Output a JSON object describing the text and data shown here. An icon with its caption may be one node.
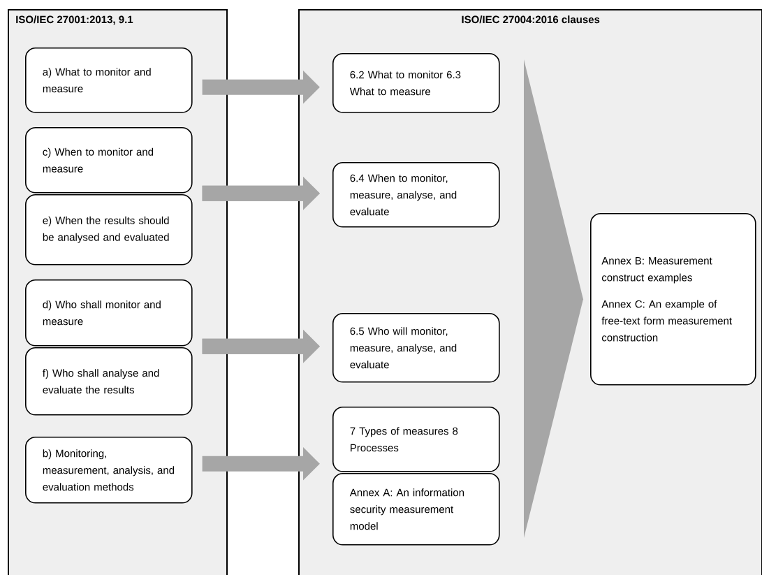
{
  "diagram": {
    "nodes": [
      {
        "text": [
          "ISO/IEC 27001:2013, 9.1"
        ]
      },
      {
        "text": [
          "a) What to monitor and measure"
        ],
        "in": 0
      },
      {
        "text": [
          "c) When to monitor and measure"
        ],
        "in": 0
      },
      {
        "text": [
          "e) When the results should be analysed and evaluated"
        ],
        "in": 0
      },
      {
        "text": [
          "d) Who shall monitor and measure"
        ],
        "in": 0
      },
      {
        "text": [
          "f) Who shall analyse and evaluate the results"
        ],
        "in": 0
      },
      {
        "text": [
          "b) Monitoring, measurement, analysis, and evaluation methods"
        ],
        "in": 0
      },
      {
        "text": [
          "ISO/IEC 27004:2016 clauses"
        ]
      },
      {
        "text": [
          "6.2 What to monitor 6.3 What to measure"
        ],
        "in": 7
      },
      {
        "text": [
          "6.4 When to monitor, measure, analyse, and evaluate"
        ],
        "in": 7
      },
      {
        "text": [
          "6.5 Who will monitor, measure, analyse, and evaluate"
        ],
        "in": 7
      },
      {
        "text": [
          "7 Types of measures 8 Processes"
        ],
        "in": 7
      },
      {
        "text": [
          "Annex A: An information security measurement model"
        ],
        "in": 7
      },
      {
        "text": [
          "Annex B: Measurement construct examples",
          "Annex C: An example of free-text form measurement construction"
        ],
        "in": 7
      }
    ],
    "edges": [
      {
        "from": 1,
        "to": 8,
        "arrow": "to"
      },
      {
        "from": 2,
        "to": 9,
        "arrow": "to"
      },
      {
        "from": 3,
        "to": 9,
        "arrow": "to"
      },
      {
        "from": 4,
        "to": 10,
        "arrow": "to"
      },
      {
        "from": 5,
        "to": 10,
        "arrow": "to"
      },
      {
        "from": 6,
        "to": 11,
        "arrow": "to"
      },
      {
        "from": null,
        "to": 13,
        "arrow": "to"
      }
    ]
  }
}
